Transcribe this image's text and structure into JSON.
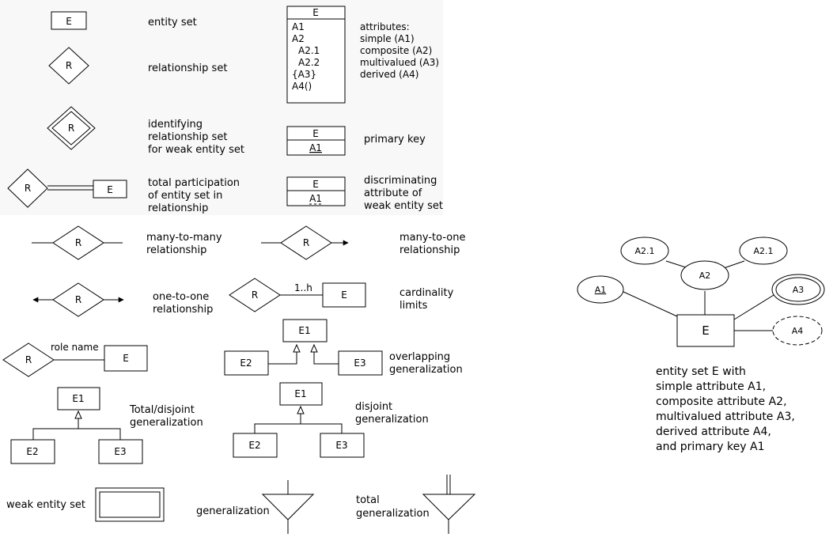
{
  "legend": {
    "entity_set": {
      "symbol": "E",
      "label": "entity set"
    },
    "relationship_set": {
      "symbol": "R",
      "label": "relationship set"
    },
    "identifying_relationship": {
      "symbol": "R",
      "label_lines": [
        "identifying",
        "relationship set",
        "for weak entity set"
      ]
    },
    "total_participation": {
      "rel": "R",
      "entity": "E",
      "label_lines": [
        "total participation",
        "of entity set in",
        "relationship"
      ]
    },
    "attributes": {
      "box_title": "E",
      "box_rows": [
        "A1",
        "A2",
        "A2.1",
        "A2.2",
        "{A3}",
        "A4()"
      ],
      "label_lines": [
        "attributes:",
        "simple (A1)",
        "composite (A2)",
        "multivalued (A3)",
        "derived (A4)"
      ]
    },
    "primary_key": {
      "title": "E",
      "key": "A1",
      "label": "primary key"
    },
    "discriminating": {
      "title": "E",
      "key": "A1",
      "label_lines": [
        "discriminating",
        "attribute of",
        "weak entity set"
      ]
    },
    "many_to_many": {
      "symbol": "R",
      "label_lines": [
        "many-to-many",
        "relationship"
      ]
    },
    "many_to_one": {
      "symbol": "R",
      "label_lines": [
        "many-to-one",
        "relationship"
      ]
    },
    "one_to_one": {
      "symbol": "R",
      "label_lines": [
        "one-to-one",
        "relationship"
      ]
    },
    "cardinality": {
      "rel": "R",
      "limit": "1..h",
      "entity": "E",
      "label_lines": [
        "cardinality",
        "limits"
      ]
    },
    "role": {
      "rel": "R",
      "role": "role name",
      "entity": "E"
    },
    "overlapping_gen": {
      "parent": "E1",
      "left": "E2",
      "right": "E3",
      "label_lines": [
        "overlapping",
        "generalization"
      ]
    },
    "total_disjoint_gen": {
      "parent": "E1",
      "left": "E2",
      "right": "E3",
      "label_lines": [
        "Total/disjoint",
        "generalization"
      ]
    },
    "disjoint_gen": {
      "parent": "E1",
      "left": "E2",
      "right": "E3",
      "label_lines": [
        "disjoint",
        "generalization"
      ]
    },
    "weak_entity": {
      "label": "weak entity set"
    },
    "generalization": {
      "label": "generalization"
    },
    "total_generalization": {
      "label_lines": [
        "total",
        "generalization"
      ]
    }
  },
  "example": {
    "entity": "E",
    "attr_a1": "A1",
    "attr_a2": "A2",
    "attr_a21_left": "A2.1",
    "attr_a21_right": "A2.1",
    "attr_a3": "A3",
    "attr_a4": "A4",
    "caption_lines": [
      "entity set E with",
      "simple attribute A1,",
      "composite attribute A2,",
      "multivalued attribute A3,",
      "derived attribute A4,",
      "and primary key A1"
    ]
  }
}
